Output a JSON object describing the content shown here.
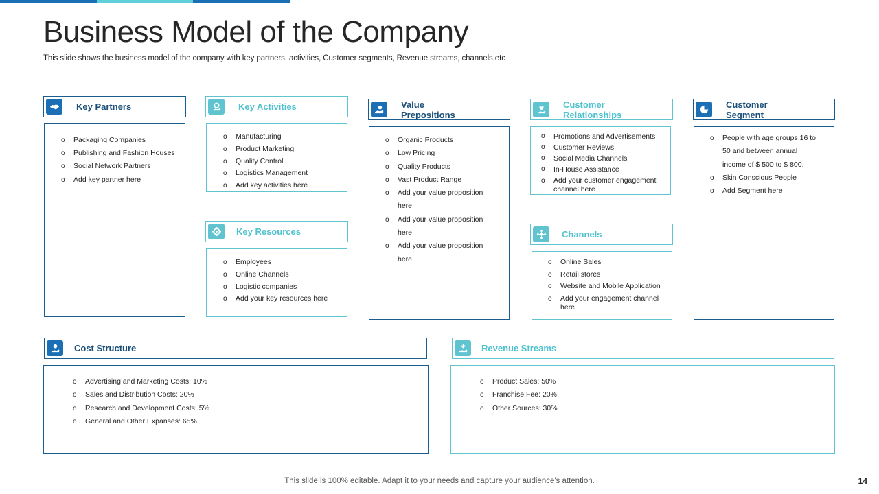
{
  "slide": {
    "title": "Business Model of the Company",
    "subtitle": "This slide shows the business model of the company with key partners, activities, Customer segments, Revenue streams, channels etc",
    "footer": "This slide is 100% editable. Adapt it to your needs and capture your audience's attention.",
    "page_number": "14"
  },
  "colors": {
    "dark_blue": "#1b6fb5",
    "teal": "#5fc4cf"
  },
  "sections": {
    "key_partners": {
      "title": "Key Partners",
      "icon": "handshake-icon",
      "items": [
        "Packaging Companies",
        "Publishing and Fashion Houses",
        "Social Network Partners",
        "Add key partner here"
      ]
    },
    "key_activities": {
      "title": "Key Activities",
      "icon": "gear-hand-icon",
      "items": [
        "Manufacturing",
        "Product Marketing",
        "Quality Control",
        "Logistics Management",
        "Add key activities here"
      ]
    },
    "key_resources": {
      "title": "Key Resources",
      "icon": "gear-icon",
      "items": [
        "Employees",
        "Online Channels",
        "Logistic companies",
        "Add your key resources here"
      ]
    },
    "value_propositions": {
      "title_line1": "Value",
      "title_line2": "Prepositions",
      "icon": "hand-coin-icon",
      "items": [
        "Organic Products",
        "Low Pricing",
        "Quality Products",
        "Vast Product Range",
        "Add your value proposition here",
        "Add your value proposition here",
        "Add your value proposition here"
      ]
    },
    "customer_relationships": {
      "title_line1": "Customer",
      "title_line2": "Relationships",
      "icon": "heart-hand-icon",
      "items": [
        "Promotions and Advertisements",
        "Customer Reviews",
        "Social Media Channels",
        "In-House Assistance",
        "Add your customer engagement channel here"
      ]
    },
    "channels": {
      "title": "Channels",
      "icon": "network-icon",
      "items": [
        "Online Sales",
        "Retail stores",
        "Website and Mobile Application",
        "Add your engagement channel here"
      ]
    },
    "customer_segment": {
      "title_line1": "Customer",
      "title_line2": "Segment",
      "icon": "pie-chart-icon",
      "items": [
        "People with age groups 16 to 50 and between annual income of $ 500 to $ 800.",
        "Skin Conscious People",
        "Add Segment here"
      ]
    },
    "cost_structure": {
      "title": "Cost  Structure",
      "icon": "money-hand-icon",
      "items": [
        "Advertising and Marketing Costs: 10%",
        "Sales and Distribution Costs: 20%",
        "Research and Development Costs: 5%",
        "General and Other Expanses: 65%"
      ]
    },
    "revenue_streams": {
      "title": "Revenue Streams",
      "icon": "revenue-hand-icon",
      "items": [
        "Product Sales: 50%",
        "Franchise Fee: 20%",
        "Other Sources: 30%"
      ]
    }
  }
}
